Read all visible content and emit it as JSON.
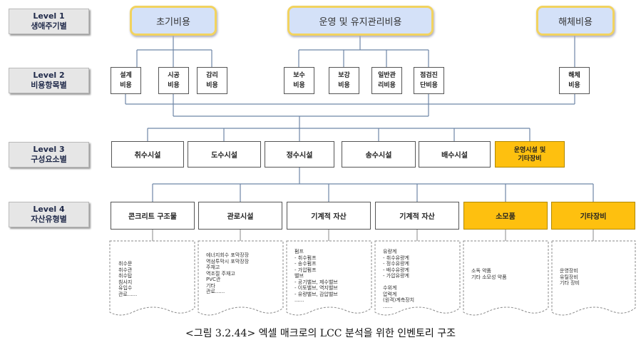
{
  "levels": [
    {
      "title": "Level 1",
      "subtitle": "생애주기별"
    },
    {
      "title": "Level 2",
      "subtitle": "비용항목별"
    },
    {
      "title": "Level 3",
      "subtitle": "구성요소별"
    },
    {
      "title": "Level 4",
      "subtitle": "자산유형별"
    }
  ],
  "level1": [
    "초기비용",
    "운영 및 유지관리비용",
    "해체비용"
  ],
  "level2": [
    "설계\n비용",
    "시공\n비용",
    "감리\n비용",
    "보수\n비용",
    "보강\n비용",
    "일반관\n리비용",
    "점검진\n단비용",
    "해체\n비용"
  ],
  "level3": [
    "취수시설",
    "도수시설",
    "정수시설",
    "송수시설",
    "배수시설",
    "운영시설 및\n기타장비"
  ],
  "level4": [
    "콘크리트 구조물",
    "관로시설",
    "기계적 자산",
    "기계적 자산",
    "소모품",
    "기타장비"
  ],
  "level4_details": [
    "취수문\n취수관\n취수탑\n침사지\n유입수\n    관로......",
    "에너지회수 포막장장\n역삼투막시 포막장장\n주재고\n역조절 주재고\nPVC관\n기타\n관로......",
    "펌프\n- 취수펌프\n- 송수펌프\n- 가압펌프\n밸브\n- 공기밸브, 제수밸브\n- 이토밸브, 역지밸브\n- 유량밸브, 감압밸브\n......",
    "유량계\n- 취수유량계\n- 정수유량계\n- 배수유량계\n- 가압유량계\n\n수위계\n압력계\n(원격)계측장치\n......",
    "소독 약품\n기타 소모성 약품",
    "운영장비\n유틸장비\n기타 장비"
  ],
  "caption": "<그림 3.2.44> 엑셀 매크로의 LCC 분석을 위한 인벤토리 구조"
}
